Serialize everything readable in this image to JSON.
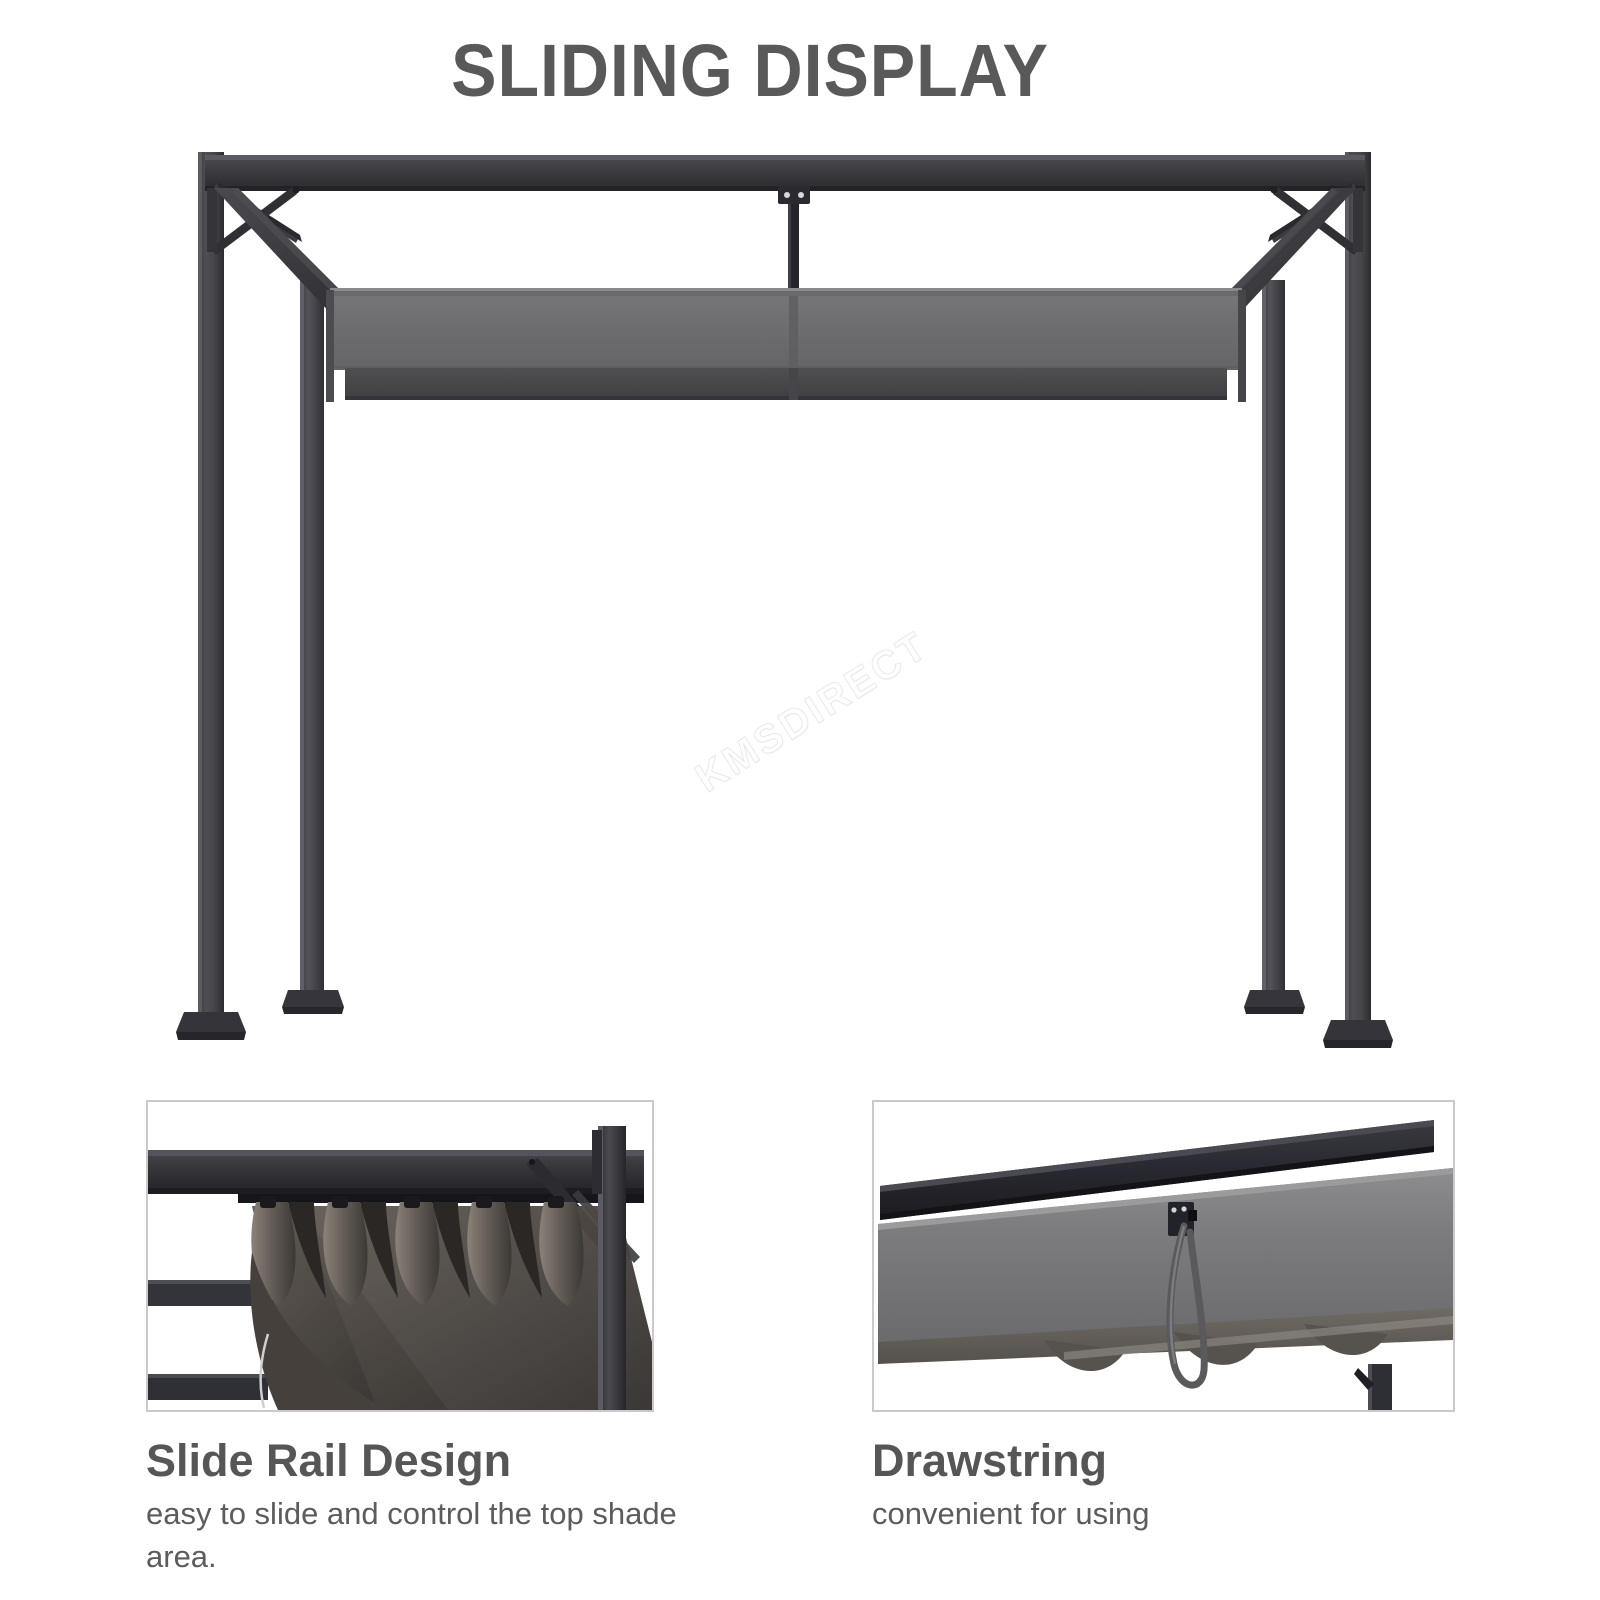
{
  "header": {
    "title": "SLIDING DISPLAY"
  },
  "watermark": {
    "text": "KMSDIRECT"
  },
  "hero": {
    "alt_name": "pergola-gazebo-sliding-canopy-front-view",
    "colors": {
      "frame_dark": "#404043",
      "frame_darker": "#2e2e31",
      "frame_edge": "#55555a",
      "canopy_gray": "#6e6e70",
      "canopy_shadow": "#4b4b4d",
      "background": "#ffffff"
    }
  },
  "details": [
    {
      "id": "slide-rail",
      "heading": "Slide Rail Design",
      "caption": "easy to slide and control the top shade area.",
      "photo_name": "slide-rail-closeup-photo",
      "glider_count": 5
    },
    {
      "id": "drawstring",
      "heading": "Drawstring",
      "caption": "convenient for using",
      "photo_name": "drawstring-closeup-photo"
    }
  ]
}
